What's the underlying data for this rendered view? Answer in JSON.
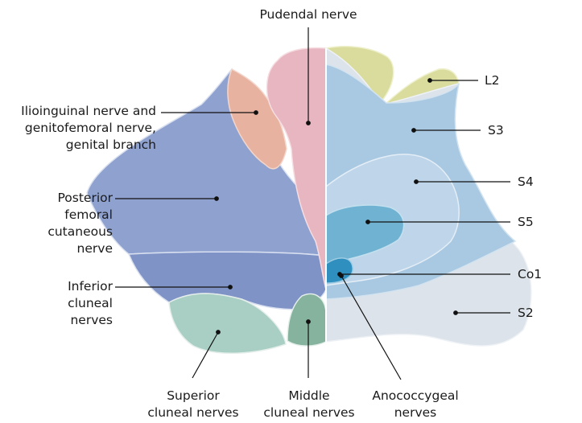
{
  "labels": {
    "pudendal": "Pudendal nerve",
    "ilioinguinal": [
      "Ilioinguinal nerve and",
      "genitofemoral nerve,",
      "genital branch"
    ],
    "posterior_femoral": [
      "Posterior",
      "femoral",
      "cutaneous",
      "nerve"
    ],
    "inferior_cluneal": [
      "Inferior",
      "cluneal",
      "nerves"
    ],
    "superior_cluneal": [
      "Superior",
      "cluneal nerves"
    ],
    "middle_cluneal": [
      "Middle",
      "cluneal nerves"
    ],
    "anococcygeal": [
      "Anococcygeal",
      "nerves"
    ],
    "l2": "L2",
    "s3": "S3",
    "s4": "S4",
    "s5": "S5",
    "co1": "Co1",
    "s2": "S2"
  },
  "colors": {
    "posterior_femoral": "#8ea1cf",
    "inferior_cluneal": "#7f93c6",
    "superior_cluneal": "#a9cfc4",
    "middle_cluneal": "#86b39d",
    "pudendal": "#e7b6c0",
    "ilioinguinal": "#e8b2a0",
    "l2": "#d9dc9c",
    "s3": "#a9c8e2",
    "s4": "#bfd6ea",
    "s5": "#6fb2d2",
    "co1": "#2f8fbf",
    "s2": "#dde3ea",
    "leader_line": "#111111"
  }
}
